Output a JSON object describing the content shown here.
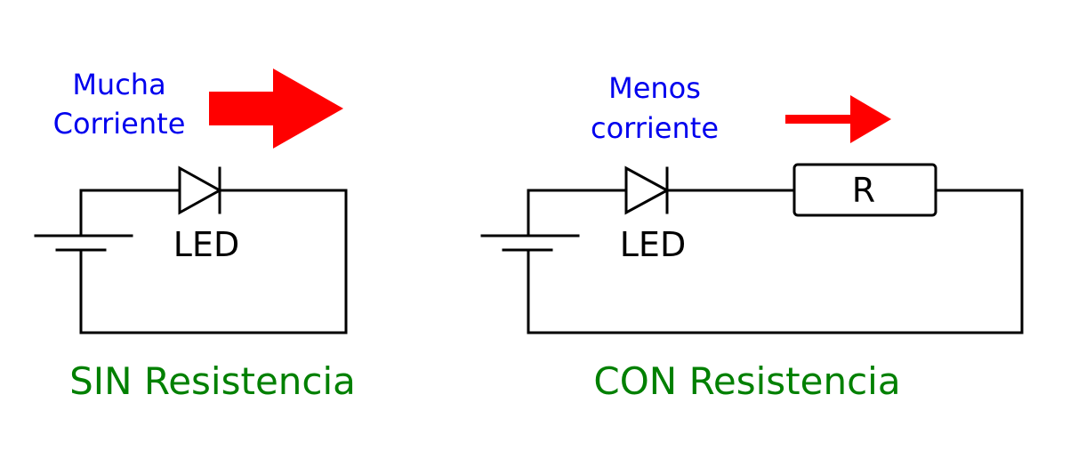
{
  "colors": {
    "wire": "#000000",
    "arrow": "#ff0000",
    "current_label": "#0000ee",
    "title": "#008000"
  },
  "left_circuit": {
    "current_label_line1": "Mucha",
    "current_label_line2": "Corriente",
    "diode_label": "LED",
    "title": "SIN Resistencia"
  },
  "right_circuit": {
    "current_label_line1": "Menos",
    "current_label_line2": "corriente",
    "diode_label": "LED",
    "resistor_label": "R",
    "title": "CON Resistencia"
  }
}
